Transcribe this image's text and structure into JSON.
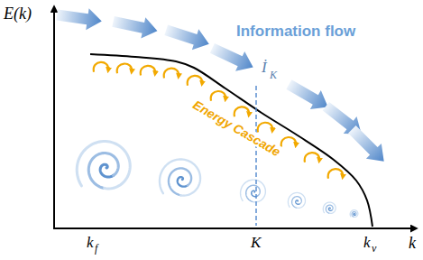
{
  "diagram": {
    "labels": [
      "E(k)",
      "k",
      "Information flow",
      "İ",
      "K",
      "Energy Cascade",
      "k",
      "f",
      "K",
      "k",
      "ν"
    ]
  }
}
